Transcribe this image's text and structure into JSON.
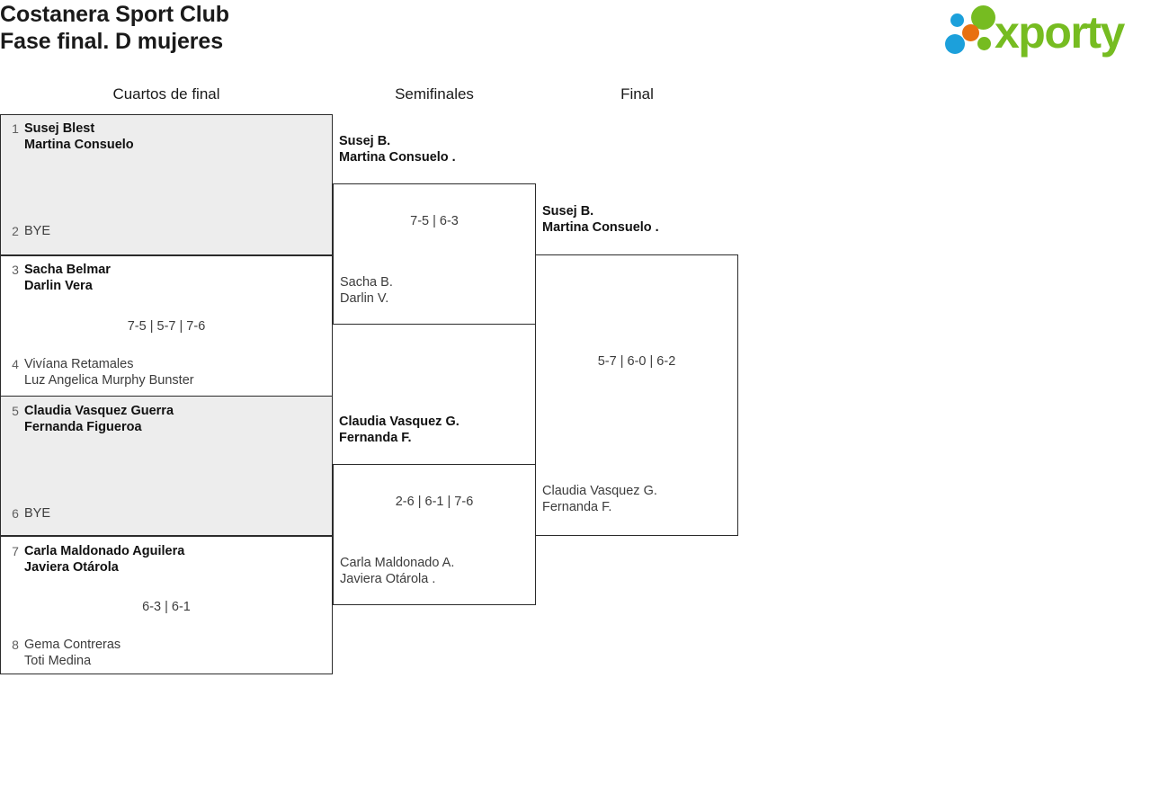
{
  "header": {
    "club": "Costanera Sport Club",
    "phase": "Fase final. D mujeres",
    "logo": {
      "wordmark": "xporty",
      "green": "#76bc21",
      "blue": "#1ca0db",
      "orange": "#e8700f"
    }
  },
  "rounds": [
    {
      "label": "Cuartos de final"
    },
    {
      "label": "Semifinales"
    },
    {
      "label": "Final"
    }
  ],
  "quarterfinals": [
    {
      "top": {
        "seed": "1",
        "line1": "Susej Blest",
        "line2": "Martina Consuelo",
        "result": "winner"
      },
      "bottom": {
        "seed": "2",
        "line1": "BYE",
        "line2": "",
        "result": "bye"
      },
      "score": ""
    },
    {
      "top": {
        "seed": "3",
        "line1": "Sacha Belmar",
        "line2": "Darlin Vera",
        "result": "winner"
      },
      "bottom": {
        "seed": "4",
        "line1": "Vivíana Retamales",
        "line2": "Luz Angelica Murphy Bunster",
        "result": "loser"
      },
      "score": "7-5 | 5-7 | 7-6"
    },
    {
      "top": {
        "seed": "5",
        "line1": "Claudia Vasquez Guerra",
        "line2": "Fernanda Figueroa",
        "result": "winner"
      },
      "bottom": {
        "seed": "6",
        "line1": "BYE",
        "line2": "",
        "result": "bye"
      },
      "score": ""
    },
    {
      "top": {
        "seed": "7",
        "line1": "Carla Maldonado Aguilera",
        "line2": "Javiera Otárola",
        "result": "winner"
      },
      "bottom": {
        "seed": "8",
        "line1": "Gema Contreras",
        "line2": "Toti Medina",
        "result": "loser"
      },
      "score": "6-3 | 6-1"
    }
  ],
  "semifinals": [
    {
      "top": {
        "seed": "",
        "line1": "Susej B.",
        "line2": "Martina Consuelo .",
        "result": "winner"
      },
      "bottom": {
        "seed": "",
        "line1": "Sacha B.",
        "line2": "Darlin V.",
        "result": "loser"
      },
      "score": "7-5 | 6-3"
    },
    {
      "top": {
        "seed": "",
        "line1": "Claudia Vasquez G.",
        "line2": "Fernanda F.",
        "result": "winner"
      },
      "bottom": {
        "seed": "",
        "line1": "Carla Maldonado A.",
        "line2": "Javiera Otárola .",
        "result": "loser"
      },
      "score": "2-6 | 6-1 | 7-6"
    }
  ],
  "final": [
    {
      "top": {
        "seed": "",
        "line1": "Susej B.",
        "line2": "Martina Consuelo .",
        "result": "winner"
      },
      "bottom": {
        "seed": "",
        "line1": "Claudia Vasquez G.",
        "line2": "Fernanda F.",
        "result": "loser"
      },
      "score": "5-7 | 6-0 | 6-2"
    }
  ]
}
